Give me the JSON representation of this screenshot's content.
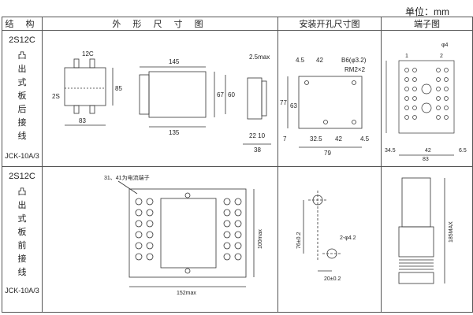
{
  "unit_label": "单位：mm",
  "headers": {
    "structure": "结 构",
    "outline": "外 形 尺 寸 图",
    "mounting": "安装开孔尺寸图",
    "terminal": "端子图"
  },
  "rows": [
    {
      "model": "2S12C",
      "chars": [
        "凸",
        "出",
        "式",
        "板",
        "后",
        "接",
        "线"
      ],
      "code": "JCK-10A/3"
    },
    {
      "model": "2S12C",
      "chars": [
        "凸",
        "出",
        "式",
        "板",
        "前",
        "接",
        "线"
      ],
      "code": "JCK-10A/3"
    }
  ],
  "row1": {
    "outline": {
      "label_12c": "12C",
      "label_2s": "2S",
      "dim_83": "83",
      "dim_85": "85",
      "dim_145": "145",
      "dim_67": "67",
      "dim_60": "60",
      "dim_135": "135",
      "dim_2_5max": "2.5max",
      "dim_22_10": "22 10",
      "dim_38": "38"
    },
    "mounting": {
      "dim_4_5a": "4.5",
      "dim_42": "42",
      "dim_b6": "B6(φ3.2)",
      "dim_rm2x2": "RM2×2",
      "dim_77": "77",
      "dim_63": "63",
      "dim_7": "7",
      "dim_32_5": "32.5",
      "dim_42b": "42",
      "dim_4_5b": "4.5",
      "dim_79": "79"
    },
    "terminal": {
      "dim_phi4": "φ4",
      "dim_34_5": "34.5",
      "dim_42": "42",
      "dim_6_5": "6.5",
      "dim_83": "83",
      "pin_1": "1",
      "pin_2": "2"
    }
  },
  "row2": {
    "outline": {
      "note": "31、41为电流端子",
      "dim_100max": "100max",
      "dim_152max": "152max"
    },
    "mounting": {
      "dim_76": "76±0.2",
      "dim_hole": "2-φ4.2",
      "dim_20": "20±0.2"
    },
    "terminal": {
      "dim_185max": "185MAX"
    }
  }
}
